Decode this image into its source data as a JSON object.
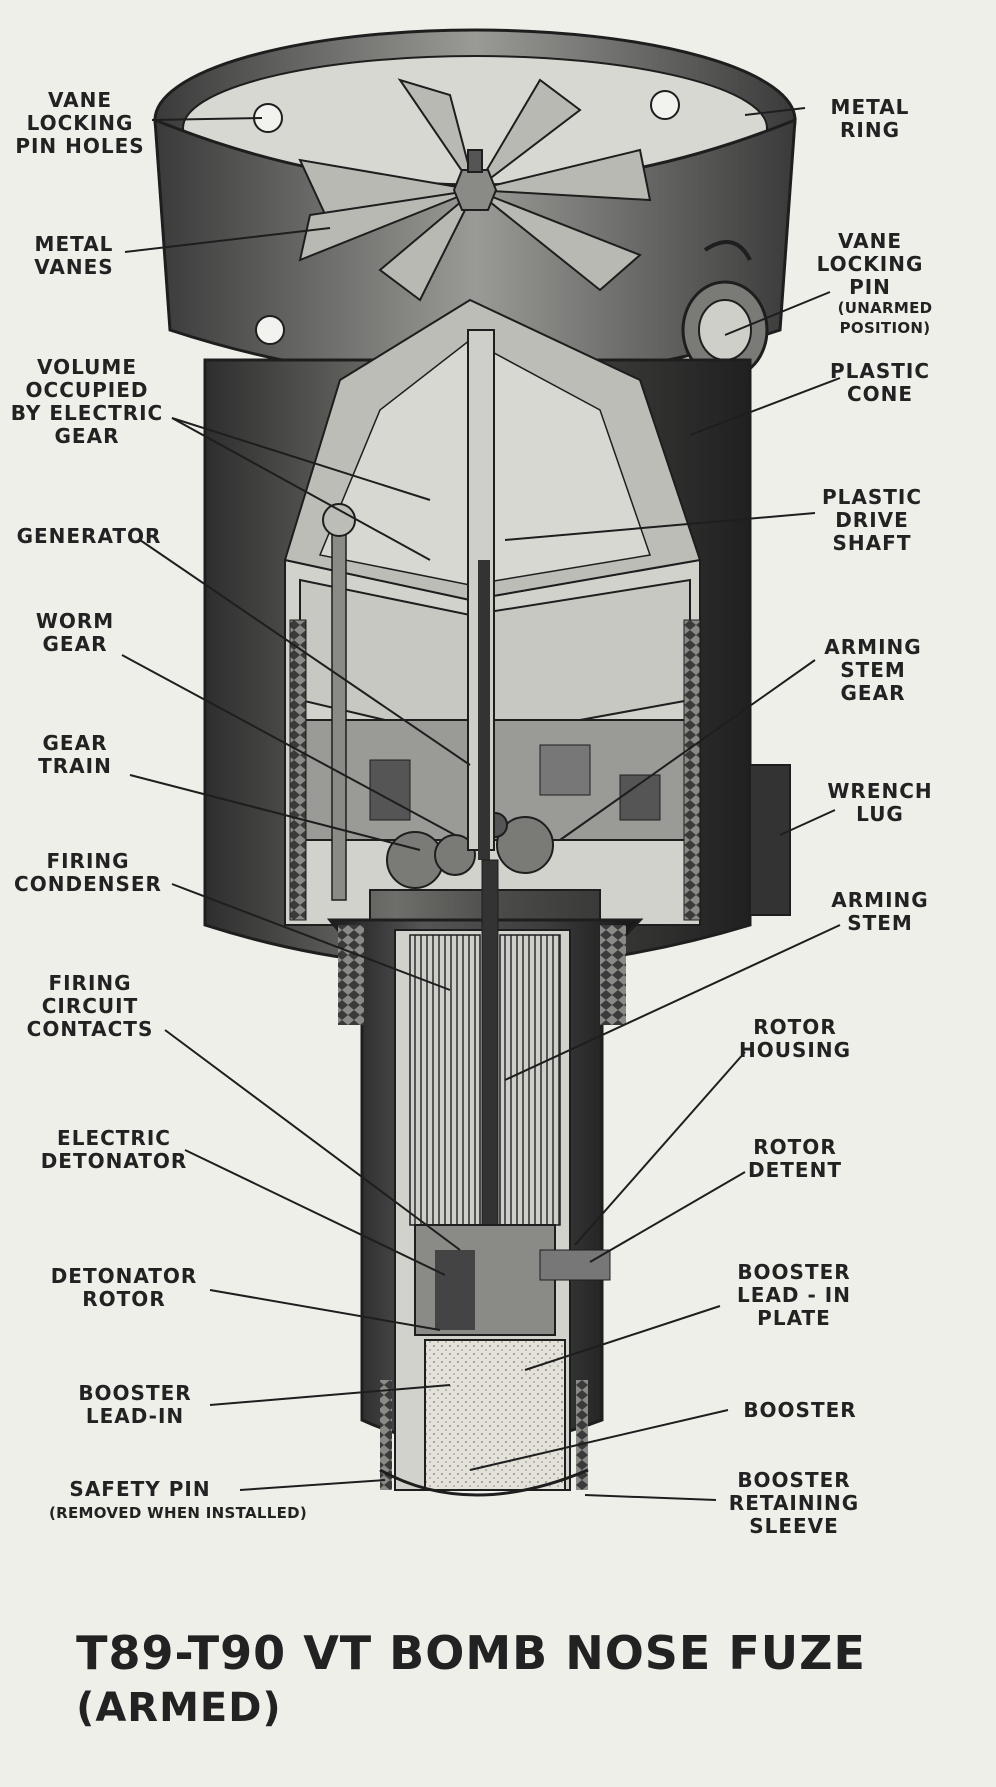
{
  "title": {
    "main": "T89-T90 VT BOMB NOSE FUZE",
    "state": "(ARMED)"
  },
  "labels": {
    "vane_locking_pin_holes": "VANE\nLOCKING\nPIN HOLES",
    "metal_vanes": "METAL\nVANES",
    "volume_occupied": "VOLUME\nOCCUPIED\nBY ELECTRIC\nGEAR",
    "generator": "GENERATOR",
    "worm_gear": "WORM\nGEAR",
    "gear_train": "GEAR\nTRAIN",
    "firing_condenser": "FIRING\nCONDENSER",
    "firing_circuit_contacts": "FIRING\nCIRCUIT\nCONTACTS",
    "electric_detonator": "ELECTRIC\nDETONATOR",
    "detonator_rotor": "DETONATOR\nROTOR",
    "booster_lead_in": "BOOSTER\nLEAD-IN",
    "safety_pin": "SAFETY PIN",
    "safety_pin_note": "(REMOVED WHEN INSTALLED)",
    "metal_ring": "METAL\nRING",
    "vane_locking_pin": "VANE\nLOCKING\nPIN",
    "vane_locking_pin_note": "(UNARMED\nPOSITION)",
    "plastic_cone": "PLASTIC\nCONE",
    "plastic_drive_shaft": "PLASTIC\nDRIVE\nSHAFT",
    "arming_stem_gear": "ARMING\nSTEM\nGEAR",
    "wrench_lug": "WRENCH\nLUG",
    "arming_stem": "ARMING\nSTEM",
    "rotor_housing": "ROTOR\nHOUSING",
    "rotor_detent": "ROTOR\nDETENT",
    "booster_lead_in_plate": "BOOSTER\nLEAD - IN\nPLATE",
    "booster": "BOOSTER",
    "booster_retaining_sleeve": "BOOSTER\nRETAINING\nSLEEVE"
  },
  "colors": {
    "paper": "#efefea",
    "ink": "#1e1e1e",
    "dark_metal": "#3a3a3a",
    "mid_metal": "#8a8a86",
    "light_metal": "#cfcfca",
    "booster_fill": "#e3e1d8"
  }
}
